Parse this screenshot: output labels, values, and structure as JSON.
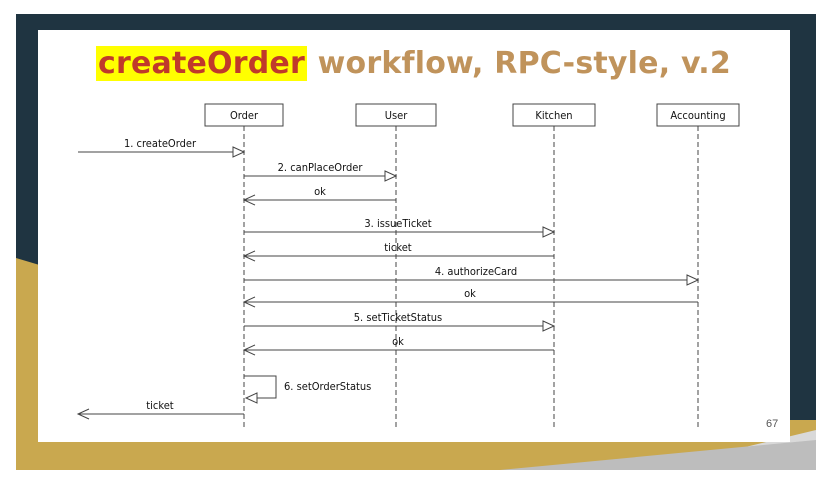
{
  "slide": {
    "title_highlight": "createOrder",
    "title_rest": " workflow, RPC-style, v.2",
    "page_number": "67"
  },
  "participants": [
    {
      "id": "order",
      "label": "Order"
    },
    {
      "id": "user",
      "label": "User"
    },
    {
      "id": "kitchen",
      "label": "Kitchen"
    },
    {
      "id": "accounting",
      "label": "Accounting"
    }
  ],
  "messages": [
    {
      "label": "1. createOrder",
      "from": "external",
      "to": "order",
      "kind": "call"
    },
    {
      "label": "2. canPlaceOrder",
      "from": "order",
      "to": "user",
      "kind": "call"
    },
    {
      "label": "ok",
      "from": "user",
      "to": "order",
      "kind": "return"
    },
    {
      "label": "3. issueTicket",
      "from": "order",
      "to": "kitchen",
      "kind": "call"
    },
    {
      "label": "ticket",
      "from": "kitchen",
      "to": "order",
      "kind": "return"
    },
    {
      "label": "4. authorizeCard",
      "from": "order",
      "to": "accounting",
      "kind": "call"
    },
    {
      "label": "ok",
      "from": "accounting",
      "to": "order",
      "kind": "return"
    },
    {
      "label": "5. setTicketStatus",
      "from": "order",
      "to": "kitchen",
      "kind": "call"
    },
    {
      "label": "ok",
      "from": "kitchen",
      "to": "order",
      "kind": "return"
    },
    {
      "label": "6. setOrderStatus",
      "from": "order",
      "to": "order",
      "kind": "self"
    },
    {
      "label": "ticket",
      "from": "order",
      "to": "external",
      "kind": "return"
    }
  ],
  "colors": {
    "title": "#c0935b",
    "highlight_text": "#c0392b",
    "highlight_bg": "#ffff00",
    "frame_dark": "#1f3441",
    "frame_gold": "#c9a84f",
    "frame_light": "#d6d6d6",
    "line": "#444444"
  }
}
